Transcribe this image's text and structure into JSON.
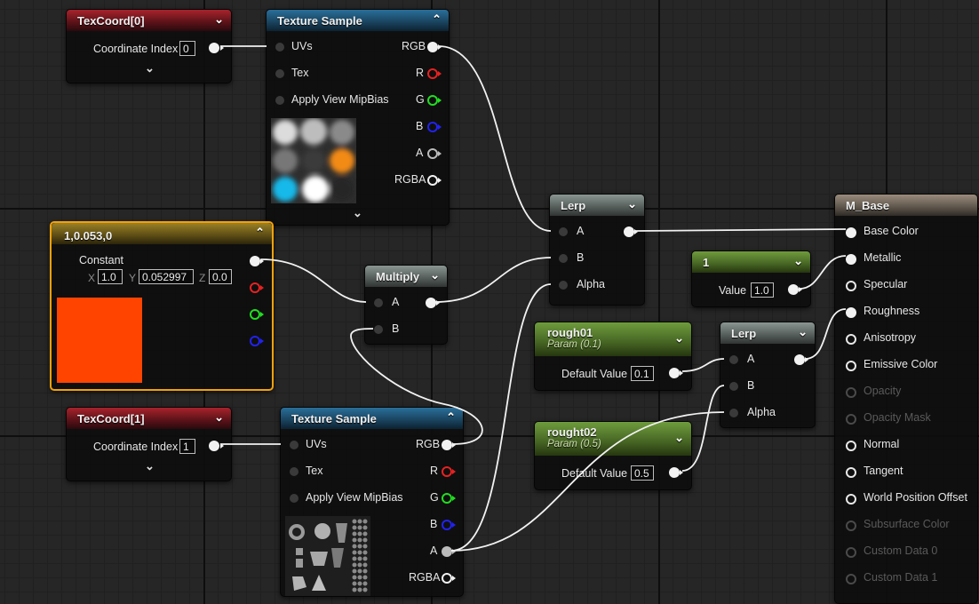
{
  "nodes": {
    "texcoord0": {
      "title": "TexCoord[0]",
      "label": "Coordinate Index",
      "value": "0"
    },
    "texsample1": {
      "title": "Texture Sample",
      "inputs": [
        "UVs",
        "Tex",
        "Apply View MipBias"
      ],
      "outputs": [
        "RGB",
        "R",
        "G",
        "B",
        "A",
        "RGBA"
      ]
    },
    "constant": {
      "title": "1,0.053,0",
      "label": "Constant",
      "x_label": "X",
      "x": "1.0",
      "y_label": "Y",
      "y": "0.052997",
      "z_label": "Z",
      "z": "0.0",
      "swatch_color": "#ff4400"
    },
    "multiply": {
      "title": "Multiply",
      "inputs": [
        "A",
        "B"
      ]
    },
    "lerp1": {
      "title": "Lerp",
      "inputs": [
        "A",
        "B",
        "Alpha"
      ]
    },
    "const1": {
      "title": "1",
      "label": "Value",
      "value": "1.0"
    },
    "rough01": {
      "title": "rough01",
      "subtitle": "Param (0.1)",
      "label": "Default Value",
      "value": "0.1"
    },
    "rough02": {
      "title": "rought02",
      "subtitle": "Param (0.5)",
      "label": "Default Value",
      "value": "0.5"
    },
    "lerp2": {
      "title": "Lerp",
      "inputs": [
        "A",
        "B",
        "Alpha"
      ]
    },
    "texcoord1": {
      "title": "TexCoord[1]",
      "label": "Coordinate Index",
      "value": "1"
    },
    "texsample2": {
      "title": "Texture Sample",
      "inputs": [
        "UVs",
        "Tex",
        "Apply View MipBias"
      ],
      "outputs": [
        "RGB",
        "R",
        "G",
        "B",
        "A",
        "RGBA"
      ]
    },
    "material": {
      "title": "M_Base",
      "pins": [
        "Base Color",
        "Metallic",
        "Specular",
        "Roughness",
        "Anisotropy",
        "Emissive Color",
        "Opacity",
        "Opacity Mask",
        "Normal",
        "Tangent",
        "World Position Offset",
        "Subsurface Color",
        "Custom Data 0",
        "Custom Data 1"
      ]
    }
  },
  "colors": {
    "selection": "#f2a10b",
    "pin_r": "#e62222",
    "pin_g": "#22dd22",
    "pin_b": "#2222ee",
    "pin_a": "#bbbbbb",
    "wire": "#f2f2f2"
  }
}
